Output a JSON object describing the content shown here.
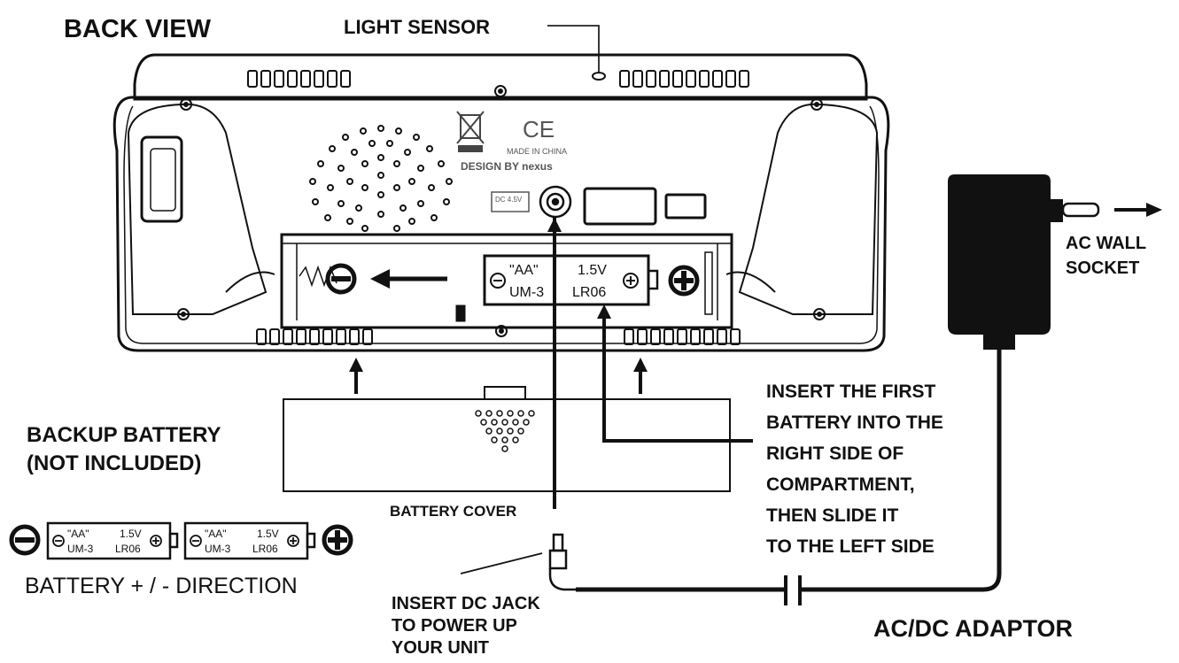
{
  "title": "BACK VIEW",
  "labels": {
    "light_sensor": "LIGHT SENSOR",
    "ac_wall_socket_line1": "AC WALL",
    "ac_wall_socket_line2": "SOCKET",
    "backup_battery_line1": "BACKUP BATTERY",
    "backup_battery_line2": "(NOT INCLUDED)",
    "battery_cover": "BATTERY COVER",
    "battery_direction": "BATTERY + / - DIRECTION",
    "insert_first_battery": [
      "INSERT THE FIRST",
      "BATTERY INTO THE",
      "RIGHT SIDE OF",
      "COMPARTMENT,",
      "THEN SLIDE IT",
      "TO THE  LEFT SIDE"
    ],
    "insert_dc_jack": [
      "INSERT DC JACK",
      "TO POWER UP",
      "YOUR UNIT"
    ],
    "ac_dc_adaptor": "AC/DC ADAPTOR"
  },
  "device_marks": {
    "made_in": "MADE IN CHINA",
    "design_by": "DESIGN BY nexus",
    "ce": "CE",
    "dc_rating": "DC 4.5V"
  },
  "battery": {
    "type": "\"AA\"",
    "size": "UM-3",
    "voltage": "1.5V",
    "code": "LR06"
  }
}
